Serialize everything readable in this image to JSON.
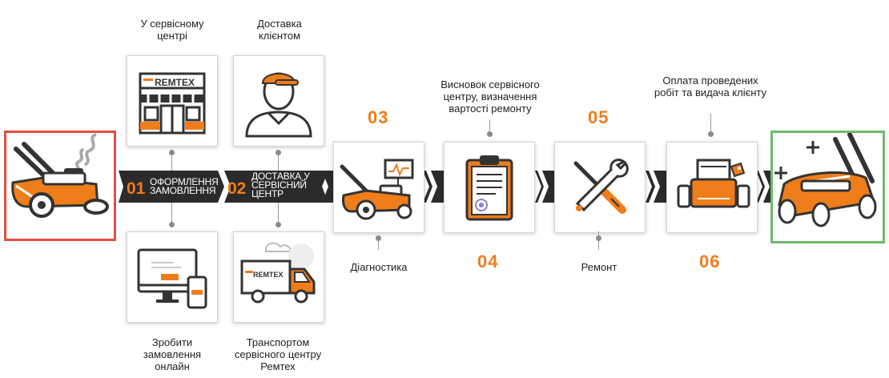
{
  "steps": {
    "s01": {
      "num": "01",
      "text": "ОФОРМЛЕННЯ ЗАМОВЛЕННЯ"
    },
    "s02": {
      "num": "02",
      "text": "ДОСТАВКА У СЕРВІСНИЙ ЦЕНТР"
    },
    "s03": {
      "num": "03",
      "label": "Діагностика"
    },
    "s04": {
      "num": "04",
      "label": "Висновок сервісного центру, визначення вартості ремонту"
    },
    "s05": {
      "num": "05",
      "label": "Ремонт"
    },
    "s06": {
      "num": "06",
      "label": "Оплата проведених робіт та видача клієнту"
    }
  },
  "options": {
    "service_center": "У сервісному центрі",
    "client_delivery": "Доставка клієнтом",
    "online_order": "Зробити замовлення онлайн",
    "remtex_transport": "Транспортом сервісного центру Ремтех"
  },
  "brand": {
    "logo_text": "REMTEX"
  },
  "icons": [
    "broken-mower-icon",
    "shop-icon",
    "courier-icon",
    "computer-icon",
    "delivery-truck-icon",
    "diagnostic-mower-icon",
    "clipboard-icon",
    "repair-tools-icon",
    "payment-mower-icon",
    "fixed-mower-icon"
  ],
  "colors": {
    "accent": "#ef7d1a",
    "band": "#2b2b2b",
    "start_border": "#e05040",
    "end_border": "#6fba6a",
    "icon_dark": "#333333"
  }
}
